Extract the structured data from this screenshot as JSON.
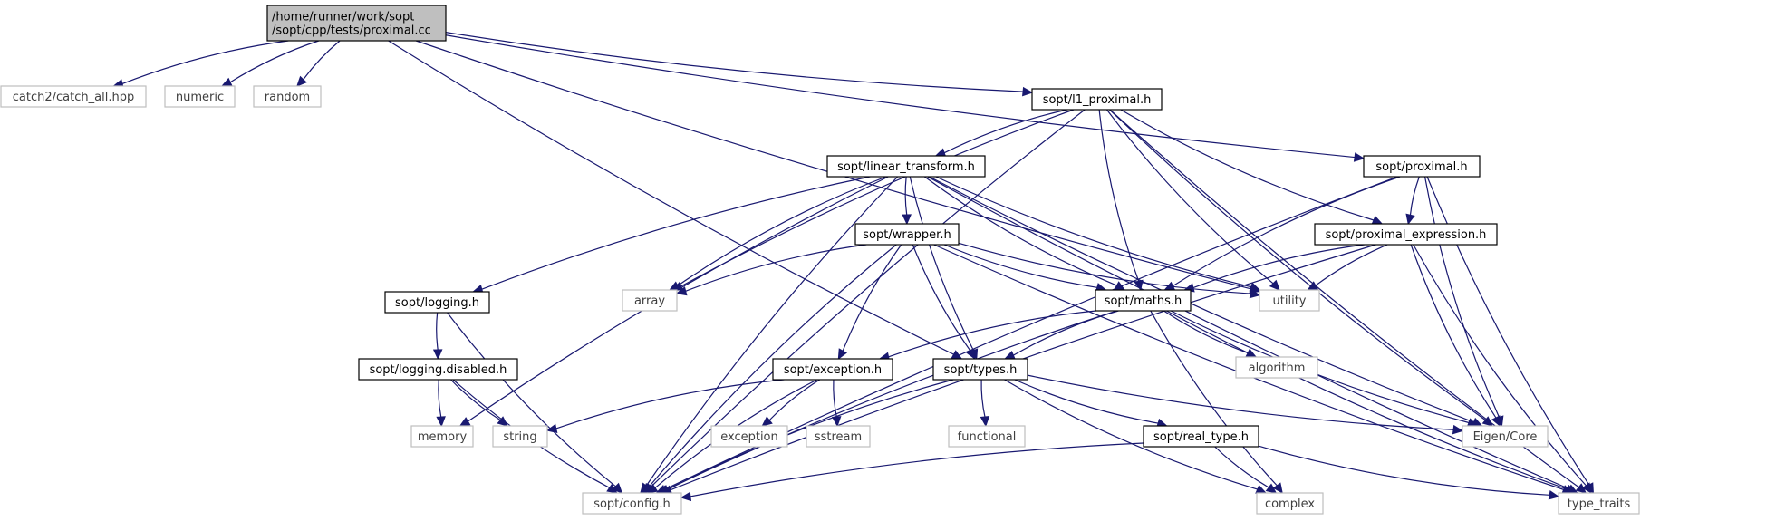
{
  "colors": {
    "edge": "#191970",
    "root_fill": "#bfbfbf",
    "project_border": "#000000",
    "external_border": "#bfbfbf",
    "external_text": "#3f3f3f",
    "project_text": "#000000"
  },
  "nodes": [
    {
      "id": "root",
      "label_lines": [
        "/home/runner/work/sopt",
        "/sopt/cpp/tests/proximal.cc"
      ],
      "kind": "root"
    },
    {
      "id": "catch2",
      "label_lines": [
        "catch2/catch_all.hpp"
      ],
      "kind": "external"
    },
    {
      "id": "numeric",
      "label_lines": [
        "numeric"
      ],
      "kind": "external"
    },
    {
      "id": "random",
      "label_lines": [
        "random"
      ],
      "kind": "external"
    },
    {
      "id": "l1_proximal",
      "label_lines": [
        "sopt/l1_proximal.h"
      ],
      "kind": "project"
    },
    {
      "id": "linear_transform",
      "label_lines": [
        "sopt/linear_transform.h"
      ],
      "kind": "project"
    },
    {
      "id": "proximal",
      "label_lines": [
        "sopt/proximal.h"
      ],
      "kind": "project"
    },
    {
      "id": "wrapper",
      "label_lines": [
        "sopt/wrapper.h"
      ],
      "kind": "project"
    },
    {
      "id": "proximal_expression",
      "label_lines": [
        "sopt/proximal_expression.h"
      ],
      "kind": "project"
    },
    {
      "id": "logging",
      "label_lines": [
        "sopt/logging.h"
      ],
      "kind": "project"
    },
    {
      "id": "array",
      "label_lines": [
        "array"
      ],
      "kind": "external"
    },
    {
      "id": "maths",
      "label_lines": [
        "sopt/maths.h"
      ],
      "kind": "project"
    },
    {
      "id": "utility",
      "label_lines": [
        "utility"
      ],
      "kind": "external"
    },
    {
      "id": "logging_disabled",
      "label_lines": [
        "sopt/logging.disabled.h"
      ],
      "kind": "project"
    },
    {
      "id": "exception",
      "label_lines": [
        "sopt/exception.h"
      ],
      "kind": "project"
    },
    {
      "id": "types",
      "label_lines": [
        "sopt/types.h"
      ],
      "kind": "project"
    },
    {
      "id": "algorithm",
      "label_lines": [
        "algorithm"
      ],
      "kind": "external"
    },
    {
      "id": "memory",
      "label_lines": [
        "memory"
      ],
      "kind": "external"
    },
    {
      "id": "string",
      "label_lines": [
        "string"
      ],
      "kind": "external"
    },
    {
      "id": "exception_std",
      "label_lines": [
        "exception"
      ],
      "kind": "external"
    },
    {
      "id": "sstream",
      "label_lines": [
        "sstream"
      ],
      "kind": "external"
    },
    {
      "id": "functional",
      "label_lines": [
        "functional"
      ],
      "kind": "external"
    },
    {
      "id": "real_type",
      "label_lines": [
        "sopt/real_type.h"
      ],
      "kind": "project"
    },
    {
      "id": "eigen_core",
      "label_lines": [
        "Eigen/Core"
      ],
      "kind": "external"
    },
    {
      "id": "config",
      "label_lines": [
        "sopt/config.h"
      ],
      "kind": "external"
    },
    {
      "id": "complex",
      "label_lines": [
        "complex"
      ],
      "kind": "external"
    },
    {
      "id": "type_traits",
      "label_lines": [
        "type_traits"
      ],
      "kind": "external"
    }
  ],
  "edges": [
    {
      "from": "root",
      "to": "catch2"
    },
    {
      "from": "root",
      "to": "numeric"
    },
    {
      "from": "root",
      "to": "random"
    },
    {
      "from": "root",
      "to": "l1_proximal"
    },
    {
      "from": "root",
      "to": "proximal"
    },
    {
      "from": "root",
      "to": "types"
    },
    {
      "from": "root",
      "to": "utility"
    },
    {
      "from": "l1_proximal",
      "to": "linear_transform"
    },
    {
      "from": "l1_proximal",
      "to": "proximal_expression"
    },
    {
      "from": "l1_proximal",
      "to": "array"
    },
    {
      "from": "l1_proximal",
      "to": "maths"
    },
    {
      "from": "l1_proximal",
      "to": "utility"
    },
    {
      "from": "l1_proximal",
      "to": "config"
    },
    {
      "from": "l1_proximal",
      "to": "eigen_core"
    },
    {
      "from": "l1_proximal",
      "to": "type_traits"
    },
    {
      "from": "linear_transform",
      "to": "wrapper"
    },
    {
      "from": "linear_transform",
      "to": "logging"
    },
    {
      "from": "linear_transform",
      "to": "array"
    },
    {
      "from": "linear_transform",
      "to": "memory"
    },
    {
      "from": "linear_transform",
      "to": "maths"
    },
    {
      "from": "linear_transform",
      "to": "types"
    },
    {
      "from": "linear_transform",
      "to": "utility"
    },
    {
      "from": "linear_transform",
      "to": "config"
    },
    {
      "from": "linear_transform",
      "to": "eigen_core"
    },
    {
      "from": "linear_transform",
      "to": "type_traits"
    },
    {
      "from": "proximal",
      "to": "proximal_expression"
    },
    {
      "from": "proximal",
      "to": "maths"
    },
    {
      "from": "proximal",
      "to": "config"
    },
    {
      "from": "proximal",
      "to": "eigen_core"
    },
    {
      "from": "proximal",
      "to": "type_traits"
    },
    {
      "from": "wrapper",
      "to": "array"
    },
    {
      "from": "wrapper",
      "to": "maths"
    },
    {
      "from": "wrapper",
      "to": "exception"
    },
    {
      "from": "wrapper",
      "to": "types"
    },
    {
      "from": "wrapper",
      "to": "utility"
    },
    {
      "from": "wrapper",
      "to": "config"
    },
    {
      "from": "wrapper",
      "to": "type_traits"
    },
    {
      "from": "proximal_expression",
      "to": "maths"
    },
    {
      "from": "proximal_expression",
      "to": "utility"
    },
    {
      "from": "proximal_expression",
      "to": "config"
    },
    {
      "from": "proximal_expression",
      "to": "eigen_core"
    },
    {
      "from": "proximal_expression",
      "to": "type_traits"
    },
    {
      "from": "logging",
      "to": "logging_disabled"
    },
    {
      "from": "logging",
      "to": "config"
    },
    {
      "from": "logging_disabled",
      "to": "memory"
    },
    {
      "from": "logging_disabled",
      "to": "string"
    },
    {
      "from": "logging_disabled",
      "to": "config"
    },
    {
      "from": "maths",
      "to": "exception"
    },
    {
      "from": "maths",
      "to": "types"
    },
    {
      "from": "maths",
      "to": "algorithm"
    },
    {
      "from": "maths",
      "to": "complex"
    },
    {
      "from": "maths",
      "to": "eigen_core"
    },
    {
      "from": "maths",
      "to": "type_traits"
    },
    {
      "from": "maths",
      "to": "config"
    },
    {
      "from": "exception",
      "to": "string"
    },
    {
      "from": "exception",
      "to": "exception_std"
    },
    {
      "from": "exception",
      "to": "sstream"
    },
    {
      "from": "exception",
      "to": "config"
    },
    {
      "from": "types",
      "to": "functional"
    },
    {
      "from": "types",
      "to": "real_type"
    },
    {
      "from": "types",
      "to": "eigen_core"
    },
    {
      "from": "types",
      "to": "complex"
    },
    {
      "from": "types",
      "to": "config"
    },
    {
      "from": "real_type",
      "to": "complex"
    },
    {
      "from": "real_type",
      "to": "type_traits"
    },
    {
      "from": "real_type",
      "to": "config"
    }
  ]
}
